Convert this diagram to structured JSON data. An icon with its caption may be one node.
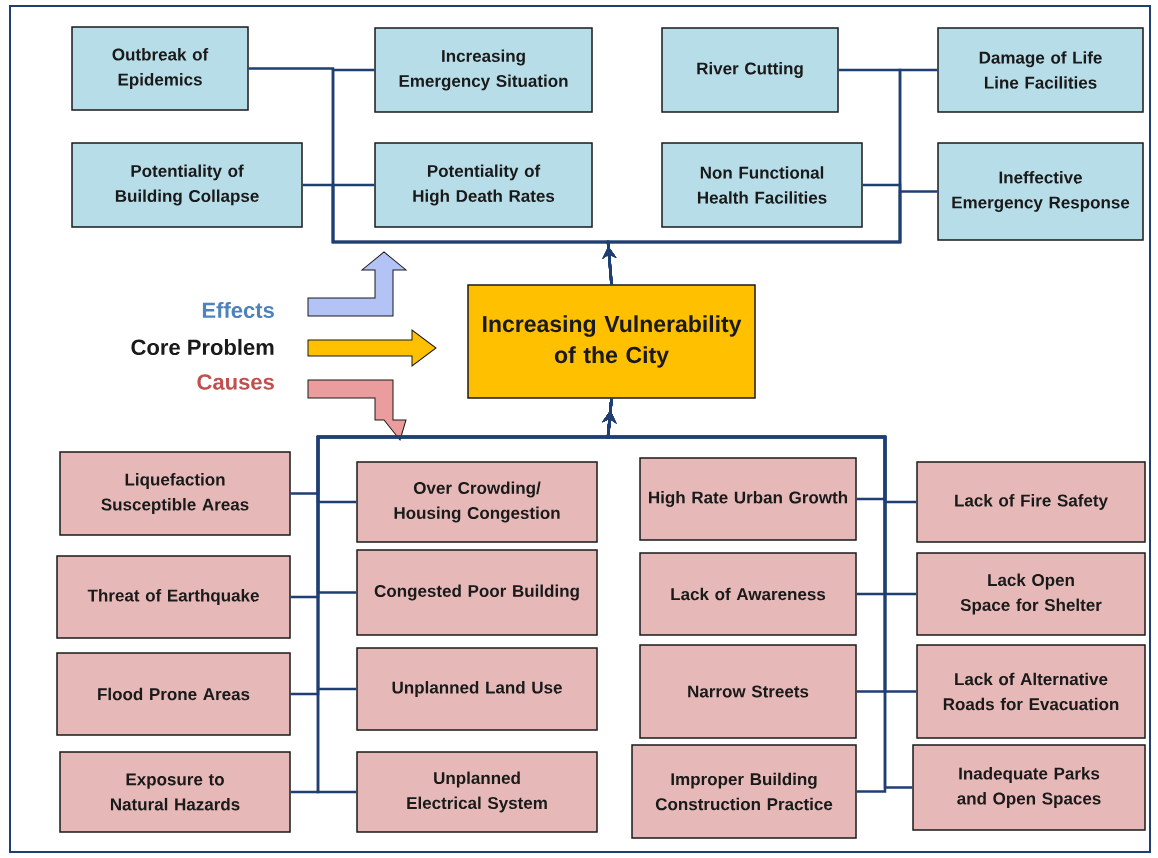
{
  "diagram": {
    "nodes": [
      {
        "text": [
          "Outbreak of Epidemics"
        ]
      },
      {
        "text": [
          "Increasing Emergency Situation"
        ]
      },
      {
        "text": [
          "River Cutting"
        ]
      },
      {
        "text": [
          "Damage of Life Line Facilities"
        ]
      },
      {
        "text": [
          "Potentiality of Building Collapse"
        ]
      },
      {
        "text": [
          "Potentiality of High Death Rates"
        ]
      },
      {
        "text": [
          "Non Functional Health Facilities"
        ]
      },
      {
        "text": [
          "Ineffective Emergency Response"
        ]
      },
      {
        "text": [
          "Increasing Vulnerability of the City"
        ]
      },
      {
        "text": [
          "Liquefaction Susceptible Areas"
        ]
      },
      {
        "text": [
          "Over Crowding/ Housing Congestion"
        ]
      },
      {
        "text": [
          "High Rate Urban Growth"
        ]
      },
      {
        "text": [
          "Lack of Fire Safety"
        ]
      },
      {
        "text": [
          "Threat of Earthquake"
        ]
      },
      {
        "text": [
          "Congested Poor Building"
        ]
      },
      {
        "text": [
          "Lack of Awareness"
        ]
      },
      {
        "text": [
          "Lack Open Space for Shelter"
        ]
      },
      {
        "text": [
          "Flood Prone Areas"
        ]
      },
      {
        "text": [
          "Unplanned Land Use"
        ]
      },
      {
        "text": [
          "Narrow Streets"
        ]
      },
      {
        "text": [
          "Lack of Alternative Roads for Evacuation"
        ]
      },
      {
        "text": [
          "Exposure to Natural Hazards"
        ]
      },
      {
        "text": [
          "Unplanned Electrical System"
        ]
      },
      {
        "text": [
          "Improper Building Construction Practice"
        ]
      },
      {
        "text": [
          "Inadequate Parks and Open Spaces"
        ]
      }
    ],
    "edges": [
      {
        "from": 8,
        "to": 0,
        "arrow": "to"
      },
      {
        "from": 8,
        "to": 1,
        "arrow": "to"
      },
      {
        "from": 8,
        "to": 2,
        "arrow": "to"
      },
      {
        "from": 8,
        "to": 3,
        "arrow": "to"
      },
      {
        "from": 8,
        "to": 4,
        "arrow": "to"
      },
      {
        "from": 8,
        "to": 5,
        "arrow": "to"
      },
      {
        "from": 8,
        "to": 6,
        "arrow": "to"
      },
      {
        "from": 8,
        "to": 7,
        "arrow": "to"
      },
      {
        "from": 9,
        "to": 8,
        "arrow": "to"
      },
      {
        "from": 10,
        "to": 8,
        "arrow": "to"
      },
      {
        "from": 11,
        "to": 8,
        "arrow": "to"
      },
      {
        "from": 12,
        "to": 8,
        "arrow": "to"
      },
      {
        "from": 13,
        "to": 8,
        "arrow": "to"
      },
      {
        "from": 14,
        "to": 8,
        "arrow": "to"
      },
      {
        "from": 15,
        "to": 8,
        "arrow": "to"
      },
      {
        "from": 16,
        "to": 8,
        "arrow": "to"
      },
      {
        "from": 17,
        "to": 8,
        "arrow": "to"
      },
      {
        "from": 18,
        "to": 8,
        "arrow": "to"
      },
      {
        "from": 19,
        "to": 8,
        "arrow": "to"
      },
      {
        "from": 20,
        "to": 8,
        "arrow": "to"
      },
      {
        "from": 21,
        "to": 8,
        "arrow": "to"
      },
      {
        "from": 22,
        "to": 8,
        "arrow": "to"
      },
      {
        "from": 23,
        "to": 8,
        "arrow": "to"
      },
      {
        "from": 24,
        "to": 8,
        "arrow": "to"
      }
    ],
    "labels": [
      "Effects",
      "Core Problem",
      "Causes"
    ]
  }
}
